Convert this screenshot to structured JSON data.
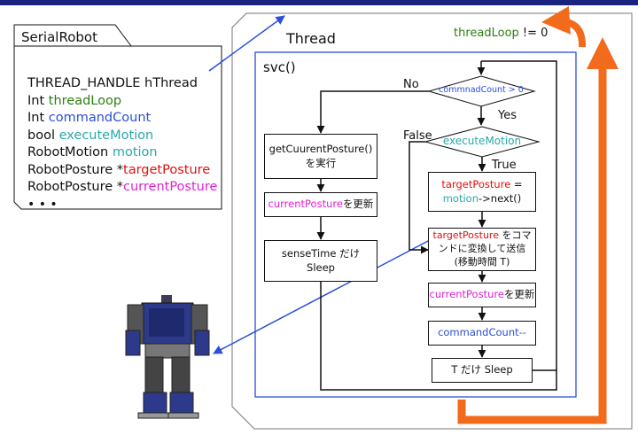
{
  "colors": {
    "navy": "#1a237e",
    "orange": "#f26a1b",
    "blue": "#2b4fd8",
    "green": "#2e7d12",
    "teal": "#2aa9a9",
    "red": "#e01010",
    "magenta": "#e020d0"
  },
  "serial_robot": {
    "title": "SerialRobot",
    "members": [
      {
        "type": "THREAD_HANDLE ",
        "name": "hThread",
        "color": "black"
      },
      {
        "type": "Int ",
        "name": "threadLoop",
        "color": "green"
      },
      {
        "type": "Int ",
        "name": "commandCount",
        "color": "blue"
      },
      {
        "type": "bool ",
        "name": "executeMotion",
        "color": "teal"
      },
      {
        "type": "RobotMotion ",
        "name": "motion",
        "color": "teal"
      },
      {
        "type": "RobotPosture *",
        "name": "targetPosture",
        "color": "red"
      },
      {
        "type": "RobotPosture *",
        "name": "currentPosture",
        "color": "magenta"
      }
    ],
    "ellipsis": "• • •"
  },
  "thread": {
    "title": "Thread",
    "condition_var": "threadLoop",
    "condition_op": " != ",
    "condition_val": "0"
  },
  "svc": {
    "title": "svc()"
  },
  "left_branch": {
    "get_posture": "getCuurentPosture()\nを実行",
    "update_var": "currentPosture",
    "update_suffix": "を更新",
    "sleep_var": "senseTime",
    "sleep_suffix": " だけ\nSleep"
  },
  "decisions": {
    "command": {
      "text": "commnadCount > 0",
      "no": "No",
      "yes": "Yes"
    },
    "execute": {
      "text": "executeMotion",
      "false": "False",
      "true": "True"
    }
  },
  "right_branch": {
    "target_var": "targetPosture",
    "target_eq": " =",
    "motion_var": "motion",
    "motion_call": "->next()",
    "convert_var": "targetPosture",
    "convert_text": " をコマンドに変換して送信\n(移動時間 T)",
    "update_var": "currentPosture",
    "update_suffix": "を更新",
    "decrement": "commandCount--",
    "sleep": "T だけ Sleep"
  }
}
